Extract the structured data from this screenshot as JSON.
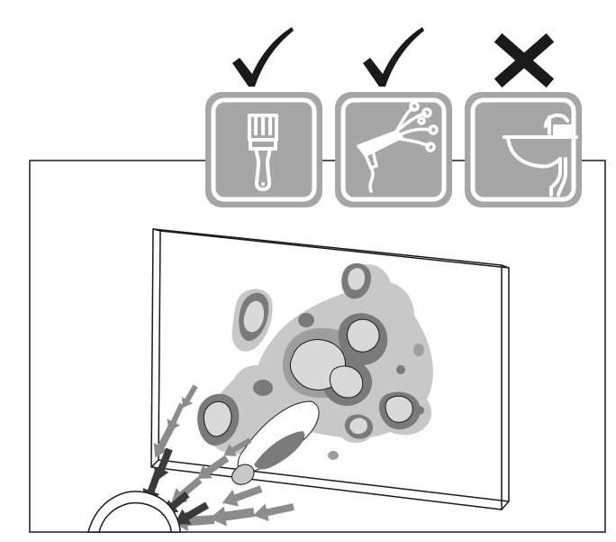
{
  "colors": {
    "ink": "#1a1a1a",
    "tile_gray": "#a6a6a6",
    "tile_light": "#c9c9c9",
    "dirt_dark": "#7a7a7a",
    "dirt_mid": "#9e9e9e",
    "dirt_light": "#c8c8c8",
    "spray_gray": "#8c8c8c"
  },
  "icons": [
    {
      "name": "paintbrush-icon",
      "status": "allowed",
      "mark": "check-mark-icon"
    },
    {
      "name": "air-duster-icon",
      "status": "allowed",
      "mark": "check-mark-icon"
    },
    {
      "name": "sink-faucet-icon",
      "status": "not-allowed",
      "mark": "cross-mark-icon"
    }
  ]
}
